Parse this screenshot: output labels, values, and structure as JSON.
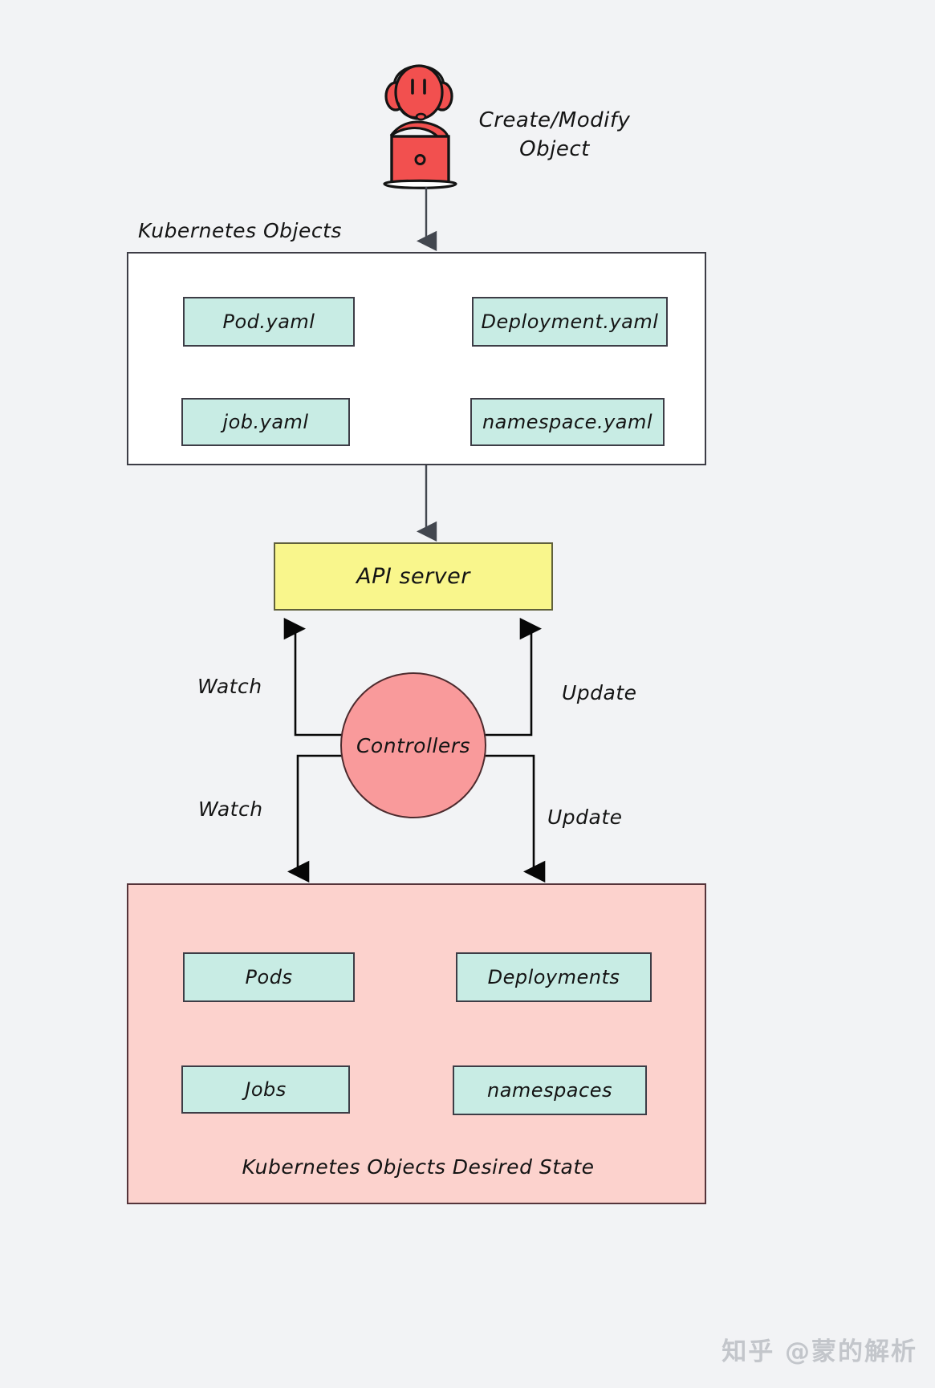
{
  "diagram": {
    "background_color": "#f2f3f5",
    "title_hidden": true,
    "actor": {
      "icon": "person-with-headset-laptop-icon",
      "label_line1": "Create/Modify",
      "label_line2": "Object",
      "body_color": "#f2504f",
      "outline_color": "#141414"
    },
    "objects_panel": {
      "title": "Kubernetes Objects",
      "fill": "#ffffff",
      "border": "#3d3d46",
      "chips": [
        {
          "label": "Pod.yaml"
        },
        {
          "label": "Deployment.yaml"
        },
        {
          "label": "job.yaml"
        },
        {
          "label": "namespace.yaml"
        }
      ]
    },
    "api_server": {
      "label": "API server",
      "fill": "#f9f68c",
      "border": "#60603b"
    },
    "controllers": {
      "label": "Controllers",
      "fill": "#f99a9b",
      "border": "#4d2b2e"
    },
    "edges": {
      "watch_top": "Watch",
      "update_top": "Update",
      "watch_bottom": "Watch",
      "update_bottom": "Update"
    },
    "desired_state_panel": {
      "caption": "Kubernetes Objects Desired State",
      "fill": "#fcd2cd",
      "border": "#55343a",
      "chips": [
        {
          "label": "Pods"
        },
        {
          "label": "Deployments"
        },
        {
          "label": "Jobs"
        },
        {
          "label": "namespaces"
        }
      ]
    },
    "chip_colors": {
      "fill": "#c8ece4",
      "border": "#3d3d46"
    },
    "watermark": "知乎 @蒙的解析"
  }
}
